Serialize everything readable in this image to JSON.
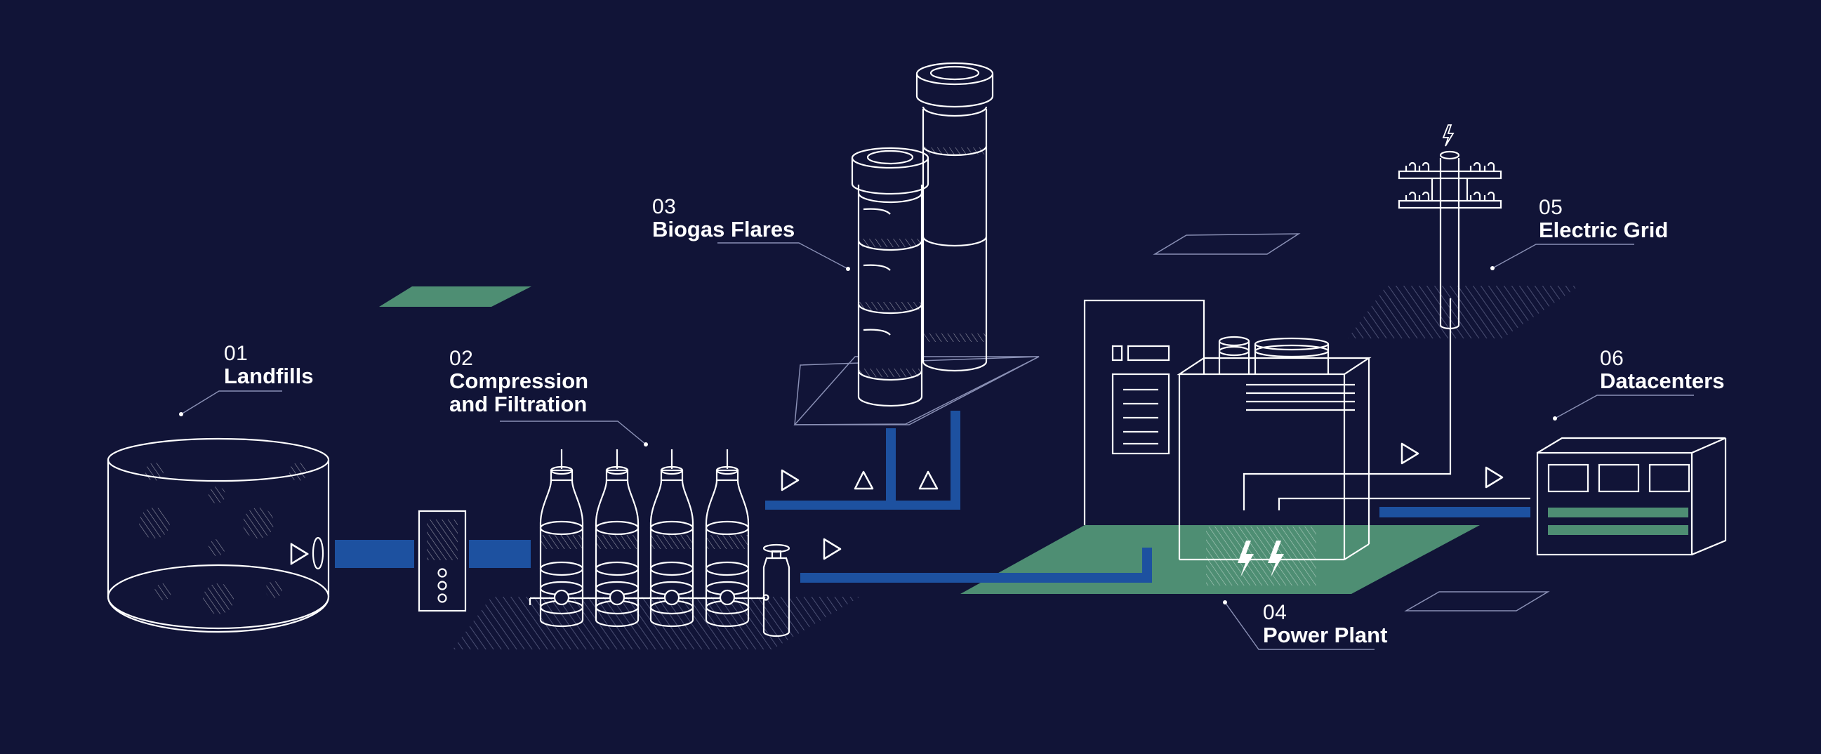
{
  "colors": {
    "background": "#111437",
    "line": "#ffffff",
    "pipe": "#1d51a0",
    "accent_green": "#4e8e73",
    "muted_line": "#8a90b5"
  },
  "stages": [
    {
      "number": "01",
      "title": "Landfills"
    },
    {
      "number": "02",
      "title": "Compression\nand Filtration"
    },
    {
      "number": "03",
      "title": "Biogas Flares"
    },
    {
      "number": "04",
      "title": "Power Plant"
    },
    {
      "number": "05",
      "title": "Electric Grid"
    },
    {
      "number": "06",
      "title": "Datacenters"
    }
  ],
  "icons": [
    "landfill-icon",
    "filter-unit-icon",
    "gas-cylinder-icon",
    "flare-stack-icon",
    "power-plant-icon",
    "lightning-icon",
    "power-pole-icon",
    "datacenter-icon",
    "flow-arrow-icon"
  ]
}
